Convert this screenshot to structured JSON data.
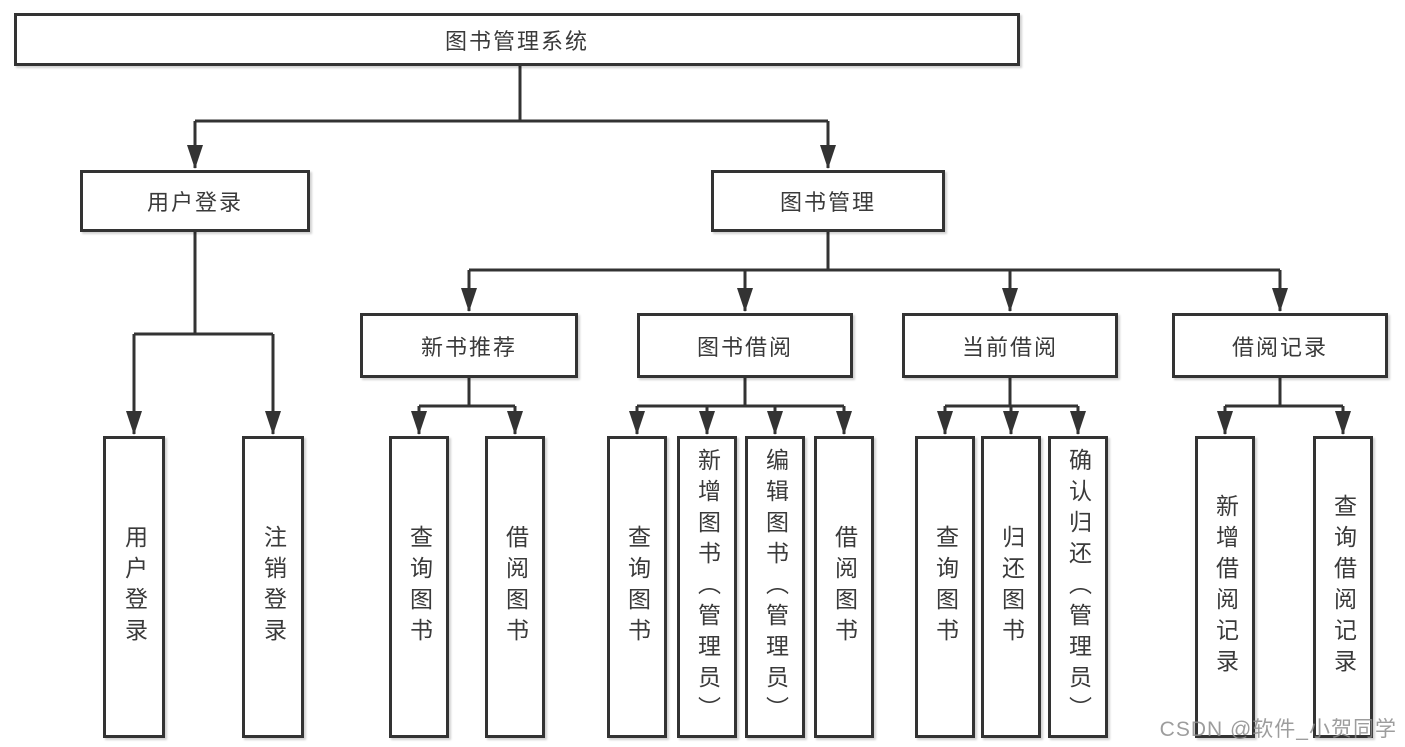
{
  "diagram": {
    "root": {
      "label": "图书管理系统"
    },
    "level2": [
      {
        "label": "用户登录"
      },
      {
        "label": "图书管理"
      }
    ],
    "level3": [
      {
        "label": "新书推荐"
      },
      {
        "label": "图书借阅"
      },
      {
        "label": "当前借阅"
      },
      {
        "label": "借阅记录"
      }
    ],
    "leaves": {
      "user_login": [
        "用户登录",
        "注销登录"
      ],
      "new_books": [
        "查询图书",
        "借阅图书"
      ],
      "book_borrowing": [
        "查询图书",
        "新增图书（管理员）",
        "编辑图书（管理员）",
        "借阅图书"
      ],
      "current_borrowing": [
        "查询图书",
        "归还图书",
        "确认归还（管理员）"
      ],
      "borrow_records": [
        "新增借阅记录",
        "查询借阅记录"
      ]
    }
  },
  "watermark": {
    "text": "CSDN @软件_小贺同学"
  },
  "colors": {
    "line": "#333333",
    "text": "#3a3a3a",
    "background": "#ffffff",
    "watermark": "#8c8c8c"
  }
}
